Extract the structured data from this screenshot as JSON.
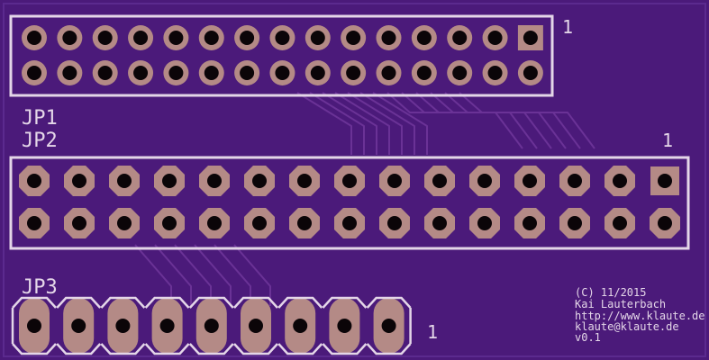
{
  "board": {
    "background": "#4b1a7a",
    "edge_color": "#5b2a8e",
    "trace_color": "#6a3296",
    "copper_color": "#b48a86",
    "drill_color": "#0b0508",
    "silkscreen_color": "#e4d6e8"
  },
  "jp1": {
    "designator": "JP1",
    "pin1_marker": "1",
    "rows": 2,
    "pins_per_row": 15,
    "pin1_pad": "square",
    "pad_shape": "round"
  },
  "jp2": {
    "designator": "JP2",
    "pin1_marker": "1",
    "rows": 2,
    "pins_per_row": 15,
    "pin1_pad": "square",
    "pad_shape": "octagon"
  },
  "jp3": {
    "designator": "JP3",
    "pin1_marker": "1",
    "rows": 1,
    "pins_per_row": 9,
    "pad_shape": "long-oval"
  },
  "credits": {
    "line1": "(C) 11/2015",
    "line2": "Kai Lauterbach",
    "line3": "http://www.klaute.de",
    "line4": "klaute@klaute.de",
    "line5": "v0.1"
  }
}
